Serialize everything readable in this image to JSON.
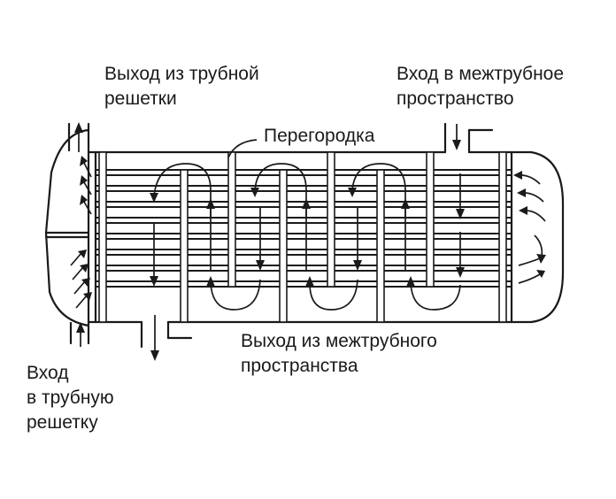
{
  "labels": {
    "tube_outlet_line1": "Выход из трубной",
    "tube_outlet_line2": "решетки",
    "shell_inlet_line1": "Вход в межтрубное",
    "shell_inlet_line2": "пространство",
    "baffle": "Перегородка",
    "shell_outlet_line1": "Выход из межтрубного",
    "shell_outlet_line2": "пространства",
    "tube_inlet_line1": "Вход",
    "tube_inlet_line2": "в трубную",
    "tube_inlet_line3": "решетку"
  },
  "colors": {
    "ink": "#1a1a1a",
    "background": "#ffffff"
  }
}
